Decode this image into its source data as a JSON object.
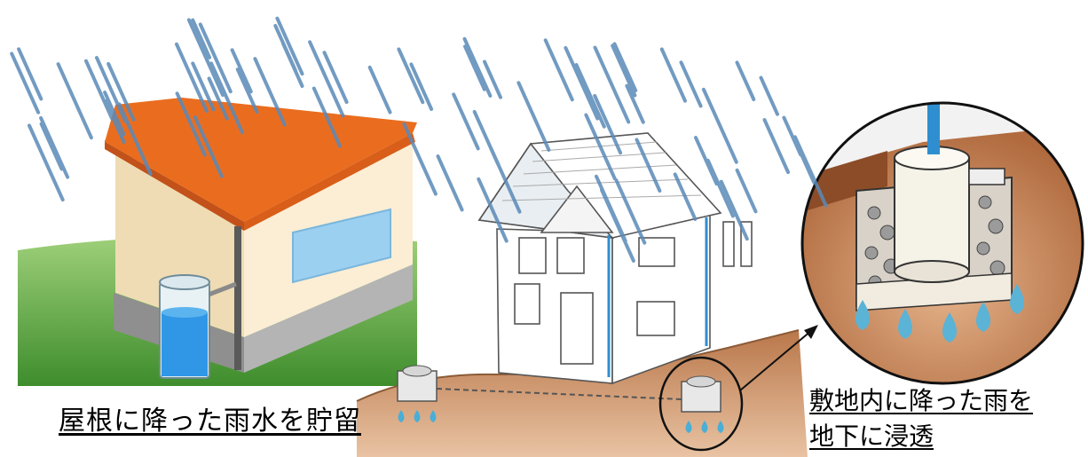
{
  "captions": {
    "left": "屋根に降った雨水を貯留",
    "right_line1": "敷地内に降った雨を",
    "right_line2": "地下に浸透"
  },
  "colors": {
    "rain": "#5a8ab8",
    "roof": "#e86b1e",
    "wall": "#f6e8c8",
    "grass": "#5ca338",
    "water": "#3a9ee0",
    "soil": "#c88a5a",
    "drop": "#5bb3d6"
  }
}
